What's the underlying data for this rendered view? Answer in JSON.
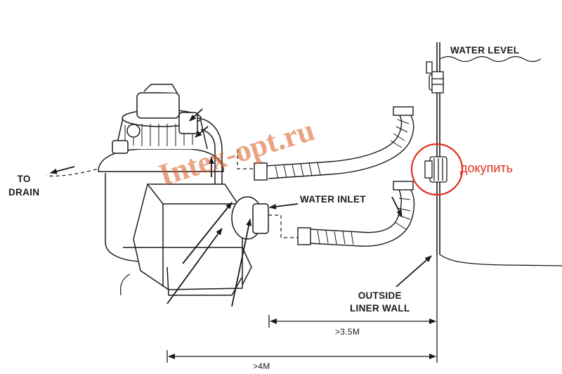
{
  "labels": {
    "water_level": "WATER LEVEL",
    "water_inlet": "WATER INLET",
    "to_drain_line1": "TO",
    "to_drain_line2": "DRAIN",
    "outside_liner_wall_line1": "OUTSIDE",
    "outside_liner_wall_line2": "LINER WALL",
    "distance_pump_to_wall": ">3.5M",
    "distance_filter_to_wall": ">4M"
  },
  "annotation": {
    "note": "докупить",
    "color": "#e0301e"
  },
  "watermark": {
    "text": "Intex-opt.ru",
    "color": "#d65a1e"
  },
  "line_color": "#1a1a1a"
}
